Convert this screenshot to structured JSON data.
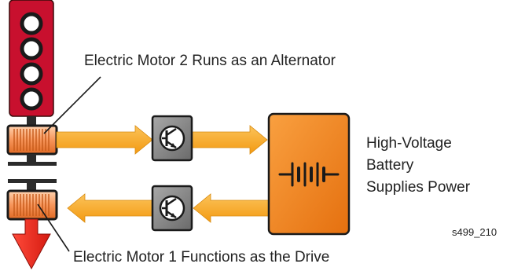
{
  "labels": {
    "motor2": "Electric Motor 2 Runs as an Alternator",
    "motor1": "Electric Motor 1 Functions as the Drive",
    "battery_line1": "High-Voltage",
    "battery_line2": "Battery",
    "battery_line3": "Supplies Power",
    "figure_code": "s499_210"
  },
  "colors": {
    "motor_red": "#c8102e",
    "arrow_orange": "#f7a51c",
    "battery_orange": "#f08a1e",
    "power_module_gray": "#8a8a8a",
    "drive_arrow_red": "#e8221c"
  }
}
